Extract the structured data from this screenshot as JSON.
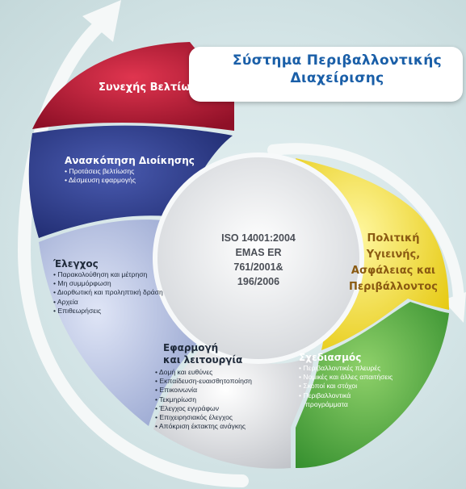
{
  "title": "Σύστημα Περιβαλλοντικής Διαχείρισης",
  "center": {
    "line1": "ISO 14001:2004",
    "line2": "EMAS ER 761/2001&",
    "line3": "196/2006"
  },
  "segments": {
    "improvement": {
      "title": "Συνεχής Βελτίωση",
      "color": "#b51f3a"
    },
    "review": {
      "title": "Ανασκόπηση Διοίκησης",
      "color": "#2b3b8e",
      "items": [
        "Προτάσεις βελτίωσης",
        "Δέσμευση εφαρμογής"
      ]
    },
    "checking": {
      "title": "Έλεγχος",
      "color": "#a9b6de",
      "items": [
        "Παρακολούθηση και μέτρηση",
        "Μη συμμόρφωση",
        "Διορθωτική και προληπτική δράση",
        "Αρχεία",
        "Επιθεωρήσεις"
      ]
    },
    "implementation": {
      "title_line1": "Εφαρμογή",
      "title_line2": "και λειτουργία",
      "color": "#dcdcdc",
      "items": [
        "Δομή και ευθύνες",
        "Εκπαίδευση-ευαισθητοποίηση",
        "Επικοινωνία",
        "Τεκμηρίωση",
        "Έλεγχος εγγράφων",
        "Επιχειρησιακός έλεγχος",
        "Απόκριση έκτακτης ανάγκης"
      ]
    },
    "planning": {
      "title": "Σχεδιασμός",
      "color": "#4aa53a",
      "items": [
        "Περιβαλλοντικές πλευρές",
        "Νομικές και άλλες απαιτήσεις",
        "Σκοποί και στόχοι",
        "Περιβαλλοντικά",
        "προγράμματα"
      ]
    },
    "policy": {
      "lines": [
        "Πολιτική",
        "Υγιεινής,",
        "Ασφάλειας και",
        "Περιβάλλοντος"
      ],
      "color": "#f2e100"
    }
  }
}
